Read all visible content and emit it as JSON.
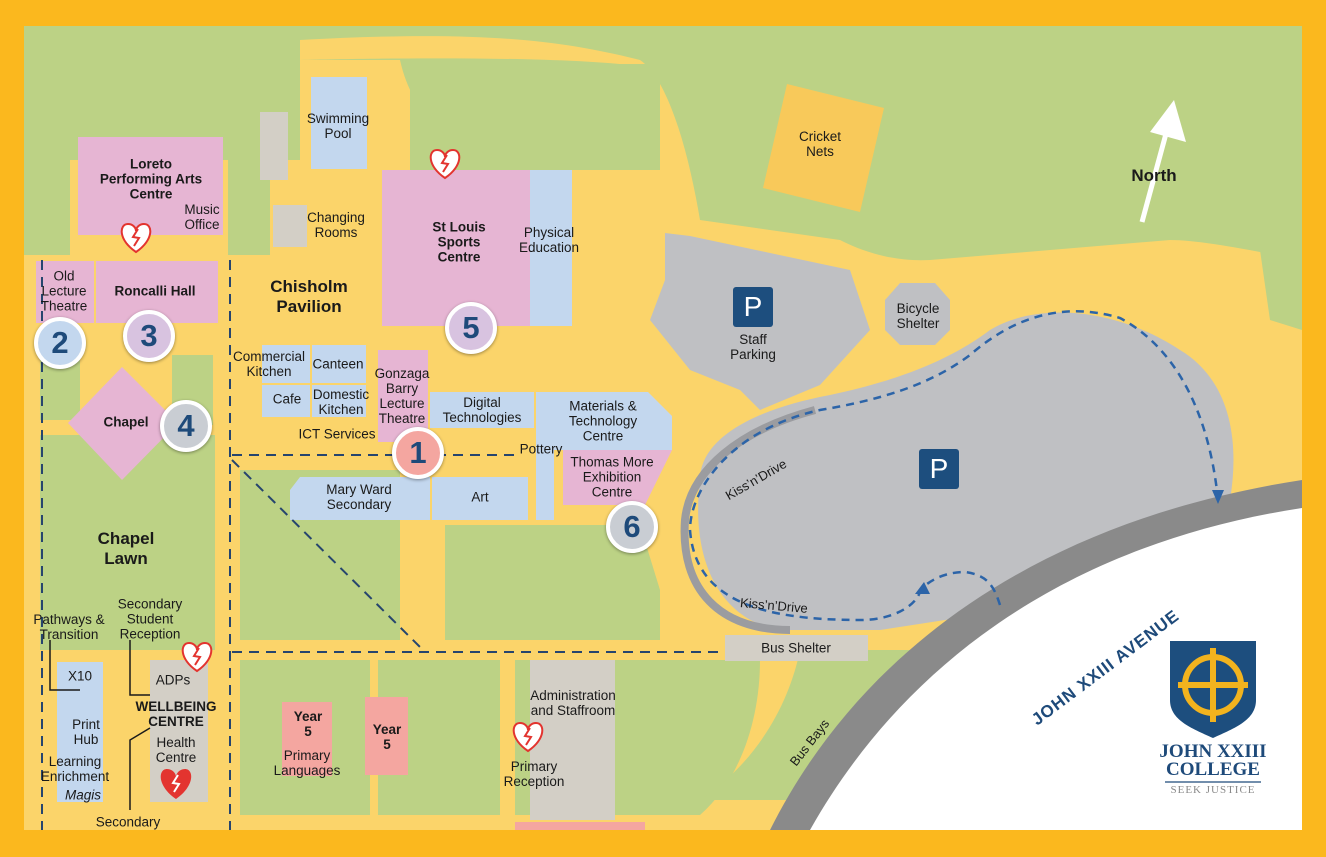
{
  "map": {
    "north_label": "North",
    "avenue": "JOHN XXIII AVENUE",
    "colors": {
      "border": "#fbb81e",
      "grass": "#bcd285",
      "path": "#fbd46a",
      "building_pink": "#e6b5d3",
      "building_blue": "#c3d7ee",
      "building_grey": "#d3cfc6",
      "building_salmon": "#f4a6a0",
      "carpark": "#bfc0c3",
      "road": "#8a8a8a",
      "navy": "#1e4a7a"
    }
  },
  "buildings": {
    "loreto": "Loreto\nPerforming Arts\nCentre",
    "music_office": "Music\nOffice",
    "old_lecture": "Old\nLecture\nTheatre",
    "roncalli": "Roncalli Hall",
    "chapel": "Chapel",
    "chapel_lawn": "Chapel\nLawn",
    "swimming_pool": "Swimming\nPool",
    "changing_rooms": "Changing\nRooms",
    "chisholm": "Chisholm\nPavilion",
    "st_louis": "St Louis\nSports\nCentre",
    "physical_education": "Physical\nEducation",
    "commercial_kitchen": "Commercial\nKitchen",
    "canteen": "Canteen",
    "cafe": "Cafe",
    "domestic_kitchen": "Domestic\nKitchen",
    "ict_services": "ICT Services",
    "gonzaga": "Gonzaga\nBarry\nLecture\nTheatre",
    "digital_tech": "Digital\nTechnologies",
    "materials_tech": "Materials &\nTechnology\nCentre",
    "pottery": "Pottery",
    "thomas_more": "Thomas More\nExhibition\nCentre",
    "mary_ward": "Mary Ward\nSecondary",
    "art": "Art",
    "cricket_nets": "Cricket\nNets",
    "staff_parking": "Staff\nParking",
    "bicycle_shelter": "Bicycle\nShelter",
    "bus_shelter": "Bus Shelter",
    "bus_bays": "Bus Bays",
    "kiss_drive_1": "Kiss’n’Drive",
    "kiss_drive_2": "Kiss’n’Drive",
    "pathways": "Pathways &\nTransition",
    "secondary_reception": "Secondary\nStudent\nReception",
    "x10": "X10",
    "print_hub": "Print\nHub",
    "learning_enrichment": "Learning\nEnrichment",
    "magis": "Magis",
    "adps": "ADPs",
    "wellbeing": "WELLBEING\nCENTRE",
    "health_centre": "Health\nCentre",
    "secondary_bottom": "Secondary",
    "year5_a": "Year\n5",
    "primary_languages": "Primary\nLanguages",
    "year5_b": "Year\n5",
    "admin": "Administration\nand Staffroom",
    "primary_reception": "Primary\nReception"
  },
  "markers": [
    "1",
    "2",
    "3",
    "4",
    "5",
    "6"
  ],
  "parking_symbol": "P",
  "logo": {
    "name_line1": "JOHN XXIII",
    "name_line2": "COLLEGE",
    "motto": "SEEK JUSTICE"
  },
  "icons": {
    "defibrillator": "heart-lightning-icon",
    "parking": "parking-icon",
    "north_arrow": "north-arrow-icon",
    "crest": "college-crest-icon"
  }
}
